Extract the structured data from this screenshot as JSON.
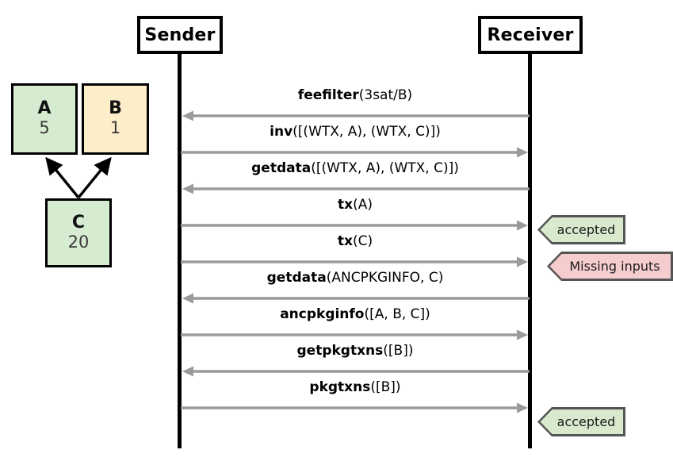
{
  "diagram": {
    "type": "sequence-diagram",
    "title": "",
    "participants": {
      "sender": {
        "label": "Sender"
      },
      "receiver": {
        "label": "Receiver"
      }
    },
    "tx_graph": {
      "boxes": [
        {
          "id": "a",
          "label": "A",
          "value": "5",
          "color": "#d6ecd1"
        },
        {
          "id": "b",
          "label": "B",
          "value": "1",
          "color": "#fdeeca"
        },
        {
          "id": "c",
          "label": "C",
          "value": "20",
          "color": "#d6ecd1"
        }
      ],
      "edges": [
        {
          "from": "c",
          "to": "a"
        },
        {
          "from": "c",
          "to": "b"
        }
      ]
    },
    "messages": [
      {
        "cmd": "feefilter",
        "args": "(3sat/B)",
        "direction": "left"
      },
      {
        "cmd": "inv",
        "args": "([(WTX, A), (WTX, C)])",
        "direction": "right"
      },
      {
        "cmd": "getdata",
        "args": "([(WTX, A), (WTX, C)])",
        "direction": "left"
      },
      {
        "cmd": "tx",
        "args": "(A)",
        "direction": "right"
      },
      {
        "cmd": "tx",
        "args": "(C)",
        "direction": "right"
      },
      {
        "cmd": "getdata",
        "args": "(ANCPKGINFO, C)",
        "direction": "left"
      },
      {
        "cmd": "ancpkginfo",
        "args": "([A, B, C])",
        "direction": "right"
      },
      {
        "cmd": "getpkgtxns",
        "args": "([B])",
        "direction": "left"
      },
      {
        "cmd": "pkgtxns",
        "args": "([B])",
        "direction": "right"
      }
    ],
    "badges": [
      {
        "id": "accepted-1",
        "text": "accepted",
        "status": "accepted",
        "color": "#d9e9cd"
      },
      {
        "id": "missing-inputs",
        "text": "Missing inputs",
        "status": "rejected",
        "color": "#f6cdce"
      },
      {
        "id": "accepted-2",
        "text": "accepted",
        "status": "accepted",
        "color": "#d9e9cd"
      }
    ],
    "colors": {
      "arrow": "#9a9a9a",
      "lifeline": "#000000",
      "badge_border": "#555555",
      "tx_green": "#d6ecd1",
      "tx_tan": "#fdeeca"
    }
  }
}
